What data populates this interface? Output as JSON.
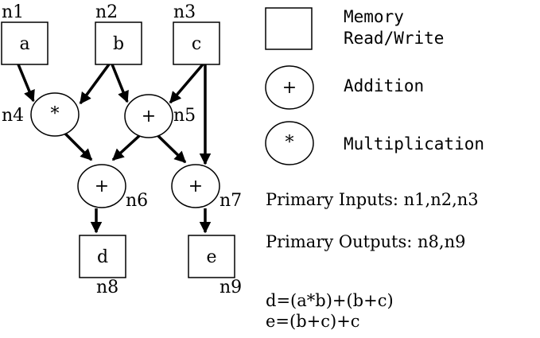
{
  "nodes": {
    "n1": {
      "id": "n1",
      "text": "a"
    },
    "n2": {
      "id": "n2",
      "text": "b"
    },
    "n3": {
      "id": "n3",
      "text": "c"
    },
    "n4": {
      "id": "n4",
      "text": "*"
    },
    "n5": {
      "id": "n5",
      "text": "+"
    },
    "n6": {
      "id": "n6",
      "text": "+"
    },
    "n7": {
      "id": "n7",
      "text": "+"
    },
    "n8": {
      "id": "n8",
      "text": "d"
    },
    "n9": {
      "id": "n9",
      "text": "e"
    }
  },
  "edges": [
    {
      "from": "n1",
      "to": "n4"
    },
    {
      "from": "n2",
      "to": "n4"
    },
    {
      "from": "n2",
      "to": "n5"
    },
    {
      "from": "n3",
      "to": "n5"
    },
    {
      "from": "n3",
      "to": "n7"
    },
    {
      "from": "n4",
      "to": "n6"
    },
    {
      "from": "n5",
      "to": "n6"
    },
    {
      "from": "n5",
      "to": "n7"
    },
    {
      "from": "n6",
      "to": "n8"
    },
    {
      "from": "n7",
      "to": "n9"
    }
  ],
  "legend": {
    "memory_line1": "Memory",
    "memory_line2": "Read/Write",
    "add_symbol": "+",
    "add_label": "Addition",
    "mul_symbol": "*",
    "mul_label": "Multiplication"
  },
  "info": {
    "primary_inputs": "Primary Inputs: n1,n2,n3",
    "primary_outputs": "Primary Outputs: n8,n9"
  },
  "equations": {
    "eq1": "d=(a*b)+(b+c)",
    "eq2": "e=(b+c)+c"
  }
}
